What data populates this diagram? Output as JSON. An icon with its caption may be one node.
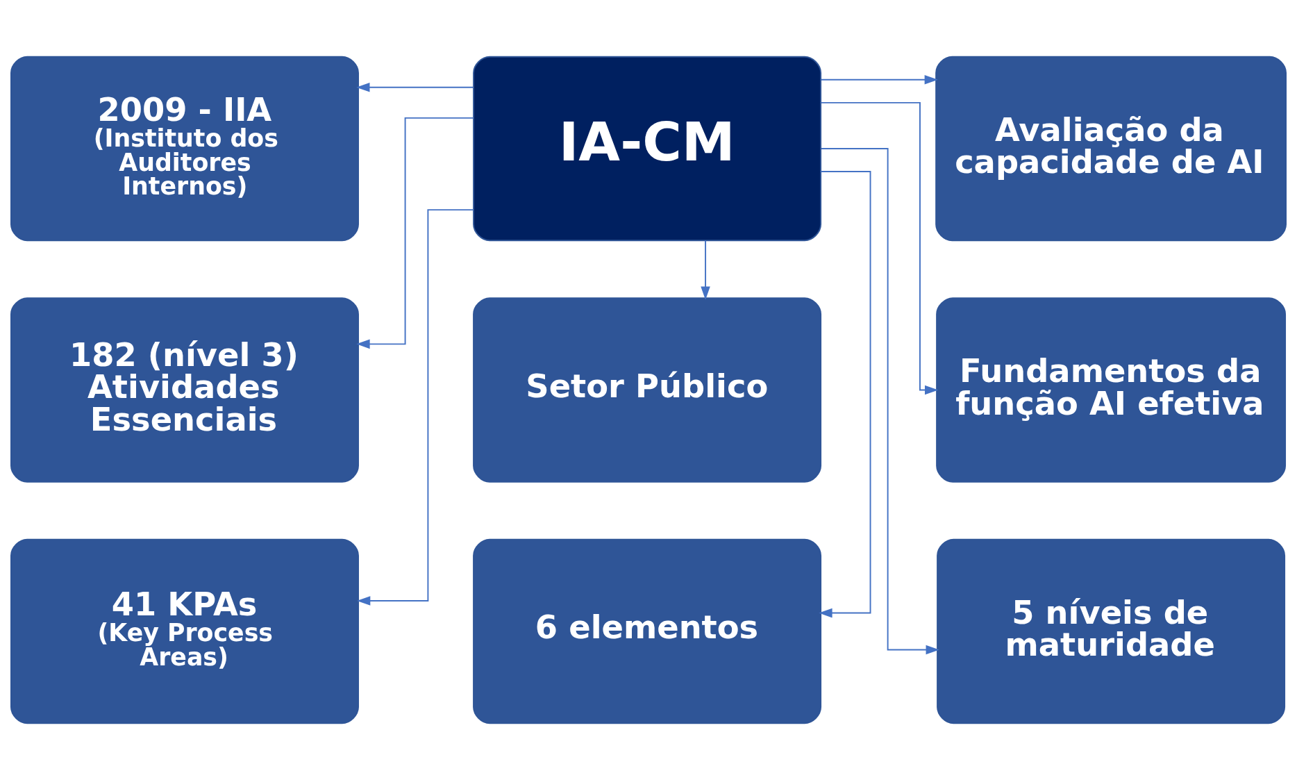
{
  "diagram": {
    "nodes": [
      {
        "text": [
          "2009 - IIA",
          "(Instituto dos Auditores Internos)"
        ]
      },
      {
        "text": [
          "Setor Público"
        ]
      },
      {
        "text": [
          "Avaliação da capacidade de AI"
        ]
      },
      {
        "text": [
          "182 (nível 3) Atividades Essenciais"
        ]
      },
      {
        "text": [
          "IA-CM"
        ]
      },
      {
        "text": [
          "Fundamentos da função AI efetiva"
        ]
      },
      {
        "text": [
          "41 KPAs",
          "(Key Process Areas)"
        ]
      },
      {
        "text": [
          "6 elementos"
        ]
      },
      {
        "text": [
          "5 níveis de maturidade"
        ]
      }
    ],
    "edges": [
      {
        "from": 4,
        "to": 0,
        "arrow": "to"
      },
      {
        "from": 4,
        "to": 1,
        "arrow": "to"
      },
      {
        "from": 4,
        "to": 2,
        "arrow": "to"
      },
      {
        "from": 4,
        "to": 3,
        "arrow": "to"
      },
      {
        "from": 4,
        "to": 5,
        "arrow": "to"
      },
      {
        "from": 4,
        "to": 6,
        "arrow": "to"
      },
      {
        "from": 4,
        "to": 7,
        "arrow": "to"
      },
      {
        "from": 4,
        "to": 8,
        "arrow": "to"
      }
    ]
  }
}
